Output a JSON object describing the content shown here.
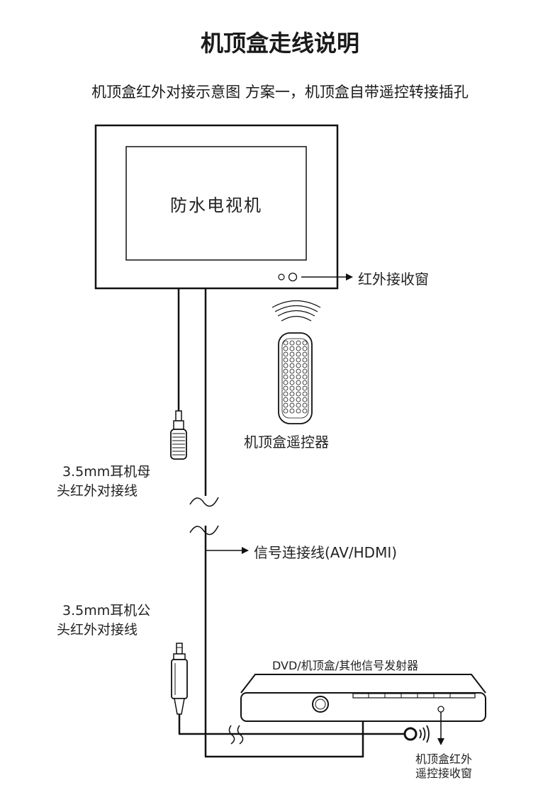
{
  "title": "机顶盒走线说明",
  "subtitle": "机顶盒红外对接示意图 方案一，机顶盒自带遥控转接插孔",
  "tv": {
    "label": "防水电视机"
  },
  "ir_window": {
    "label": "红外接收窗"
  },
  "remote": {
    "label": "机顶盒遥控器"
  },
  "female_cable": {
    "label_line1": "3.5mm耳机母",
    "label_line2": "头红外对接线"
  },
  "signal_cable": {
    "label": "信号连接线(AV/HDMI)"
  },
  "male_cable": {
    "label_line1": "3.5mm耳机公",
    "label_line2": "头红外对接线"
  },
  "set_top_box": {
    "label": "DVD/机顶盒/其他信号发射器"
  },
  "stb_ir_window": {
    "label_line1": "机顶盒红外",
    "label_line2": "遥控接收窗"
  }
}
